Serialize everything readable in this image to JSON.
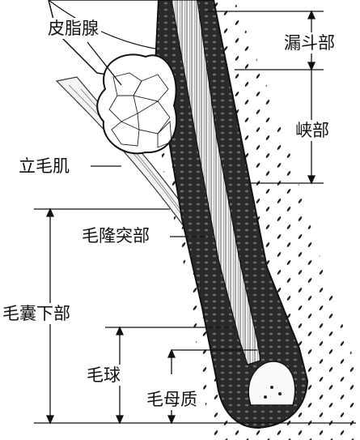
{
  "labels": {
    "sebaceous_gland": "皮脂腺",
    "arrector_pili": "立毛肌",
    "bulge": "毛隆突部",
    "lower_follicle": "毛囊下部",
    "bulb": "毛球",
    "matrix": "毛母质",
    "infundibulum": "漏斗部",
    "isthmus": "峡部"
  },
  "colors": {
    "ink": "#111111",
    "outer_root_sheath": "#1b1b1b",
    "hair_shaft": "#e8e8e8",
    "gland_cell": "#ffffff",
    "dermis": "#ffffff"
  }
}
